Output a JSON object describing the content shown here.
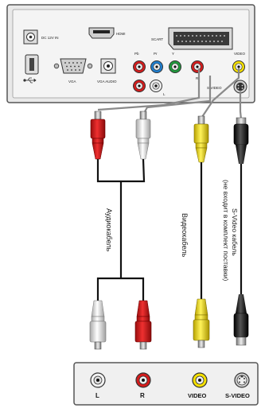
{
  "top_panel": {
    "dc_label": "DC 12V IN",
    "hdmi_label": "HDMI",
    "scart_label": "SCART",
    "vga_label": "VGA",
    "vga_audio_label": "VGA AUDIO",
    "pb_label": "Pb",
    "pr_label": "Pr",
    "y_label": "Y",
    "r_label": "R",
    "l_label": "L",
    "video_label": "VIDEO",
    "svideo_label": "S-VIDEO"
  },
  "cables": {
    "audio_cable": "Аудиокабель",
    "video_cable": "Видеокабель",
    "svideo_cable_line1": "S-Video кабель",
    "svideo_cable_line2": "(не входит в комплект поставки)"
  },
  "bottom_panel": {
    "l_label": "L",
    "r_label": "R",
    "video_label": "VIDEO",
    "svideo_label": "S-VIDEO"
  },
  "colors": {
    "red": "#d41c1c",
    "white": "#f2f2f2",
    "yellow": "#f5e000",
    "green": "#1f9a3c",
    "blue": "#1f7fd0",
    "black": "#111111"
  },
  "icons": {
    "usb": "usb-icon"
  }
}
